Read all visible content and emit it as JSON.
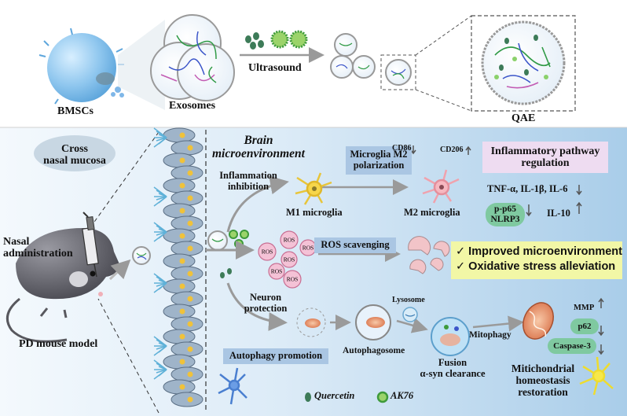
{
  "top": {
    "bmscs": "BMSCs",
    "exosomes": "Exosomes",
    "ultrasound": "Ultrasound",
    "qae": "QAE"
  },
  "bottom": {
    "cross_nasal_mucosa": "Cross\nnasal mucosa",
    "brain_microenvironment": "Brain\nmicroenvironment",
    "nasal_administration": "Nasal\nadministration",
    "pd_mouse_model": "PD mouse model",
    "inflammation_inhibition": "Inflammation\ninhibition",
    "m1_microglia": "M1 microglia",
    "m2_microglia": "M2 microglia",
    "microglia_m2_polarization": "Microglia M2\npolarization",
    "cd86": "CD86",
    "cd206": "CD206",
    "inflammatory_pathway": "Inflammatory pathway\nregulation",
    "cytokines": "TNF-α, IL-1β, IL-6",
    "pp65_nlrp3": "p-p65\nNLRP3",
    "il10": "IL-10",
    "ros_scavenging": "ROS scavenging",
    "ros": "ROS",
    "improved_microenvironment": "✓ Improved microenvironment",
    "oxidative_stress": "✓ Oxidative stress alleviation",
    "neuron_protection": "Neuron\nprotection",
    "lysosome": "Lysosome",
    "autophagosome": "Autophagosome",
    "fusion": "Fusion\nα-syn clearance",
    "mitophagy": "Mitophagy",
    "mmp": "MMP",
    "p62": "p62",
    "caspase3": "Caspase-3",
    "mito_restoration": "Mitichondrial\nhomeostasis\nrestoration",
    "autophagy_promotion": "Autophagy promotion"
  },
  "legend": {
    "quercetin": "Quercetin",
    "ak76": "AK76"
  },
  "colors": {
    "panel_blue": "#d4e6f5",
    "label_box_blue": "#aac6e3",
    "pathway_box_pink": "#eedcf1",
    "benefit_box_yellow": "#f2f7a6",
    "pill_green": "#7fc9a0",
    "cell_sphere_blue": "#8ec6ee",
    "ros_pink": "#f4c2d6"
  }
}
